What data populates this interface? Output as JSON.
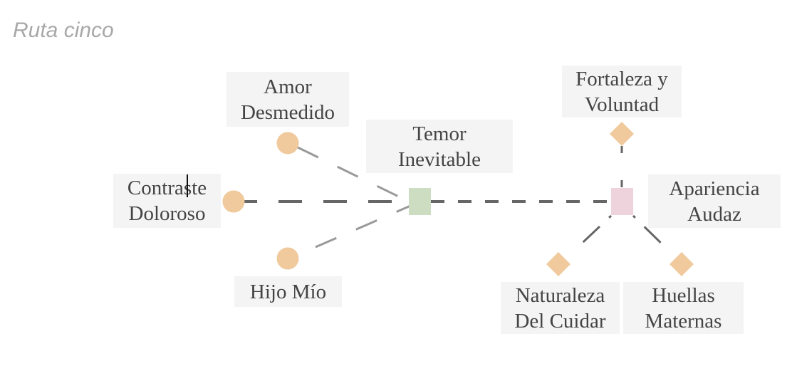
{
  "title": "Ruta cinco",
  "colors": {
    "leaf": "#f0c99c",
    "hub1": "#cdddc2",
    "hub2": "#efd3dc",
    "edge_dark": "#666666",
    "edge_light": "#999999",
    "label_bg": "#f4f4f4"
  },
  "nodes": {
    "amor": "Amor\nDesmedido",
    "contraste": "Contraste\nDoloroso",
    "hijo": "Hijo Mío",
    "temor": "Temor\nInevitable",
    "apariencia": "Apariencia\nAudaz",
    "fortaleza": "Fortaleza y\nVoluntad",
    "naturaleza": "Naturaleza\nDel Cuidar",
    "huellas": "Huellas\nMaternas"
  }
}
